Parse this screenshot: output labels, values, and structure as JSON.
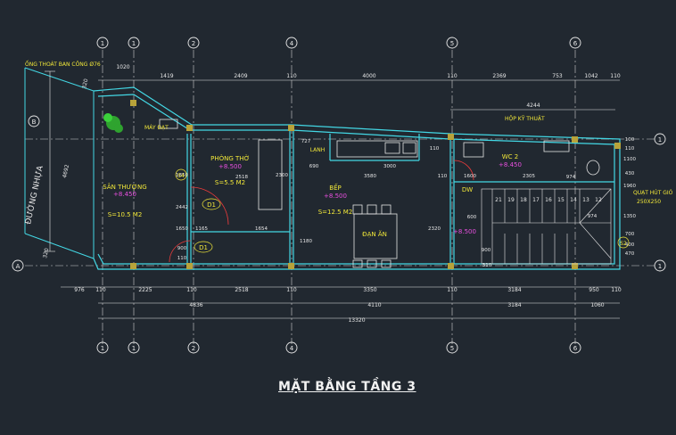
{
  "drawing": {
    "title": "MẶT BẰNG TẦNG 3",
    "grid_top": [
      "1",
      "1",
      "2",
      "4",
      "5",
      "6"
    ],
    "grid_bottom": [
      "1",
      "1",
      "2",
      "4",
      "5",
      "6"
    ],
    "grid_right": [
      "1",
      "1"
    ],
    "grid_left": [
      "B",
      "A"
    ],
    "road_label": "ĐƯỜNG NHỰA",
    "pipe_note": "ỐNG THOÁT BAN CÔNG Ø76",
    "ac_label": "MÁY ĐẠT",
    "duct_note": "HỘP KỸ THUẬT",
    "fan_note": "QUẠT HÚT GIÓ",
    "fan_size": "250X250",
    "dim_top": [
      "1020",
      "1419",
      "2409",
      "110",
      "4000",
      "110",
      "2369",
      "753",
      "1042",
      "110"
    ],
    "dim_top_second": "4244",
    "dim_bottom_row1": [
      "976",
      "110",
      "2225",
      "110",
      "2518",
      "110",
      "3350",
      "110",
      "3184",
      "950",
      "110"
    ],
    "dim_bottom_row2": [
      "4836",
      "4110",
      "3184",
      "1060"
    ],
    "dim_bottom_total": "13320",
    "dim_left_diag": [
      "320",
      "4692",
      "320"
    ],
    "dim_interior": [
      "690",
      "3000",
      "3580",
      "110",
      "2518",
      "2300",
      "1850",
      "1654",
      "1180",
      "2320",
      "1600",
      "2305",
      "974",
      "974",
      "110",
      "1650",
      "1100",
      "430",
      "900",
      "900",
      "110",
      "600",
      "1165",
      "2442",
      "310",
      "727",
      "100",
      "110",
      "1960",
      "700",
      "400",
      "470",
      "1350"
    ],
    "rooms": [
      {
        "name": "SÂN THƯỢNG",
        "level": "+8.450",
        "area": "S=10.5 M2"
      },
      {
        "name": "PHÒNG THỜ",
        "level": "+8.500",
        "area": "S=5.5 M2"
      },
      {
        "name": "BẾP",
        "level": "+8.500",
        "area": "S=12.5 M2"
      },
      {
        "name": "ĐẠN ĂN",
        "level": "",
        "area": ""
      },
      {
        "name": "WC 2",
        "level": "+8.450",
        "area": ""
      }
    ],
    "level_mid": "+8.500",
    "tags": [
      "D1",
      "D1",
      "S4",
      "S2",
      "DW",
      "LẠNH"
    ],
    "stair_numbers": [
      "21",
      "19",
      "18",
      "17",
      "16",
      "15",
      "14",
      "13",
      "12"
    ],
    "colors": {
      "background": "#212830",
      "walls": "#43d7e4",
      "dims": "#e8e8e8",
      "labels": "#f2e839",
      "levels": "#e94fe0",
      "doors": "#e83b3b",
      "furniture": "#e5e5e5",
      "columns": "#b8a33a"
    }
  }
}
